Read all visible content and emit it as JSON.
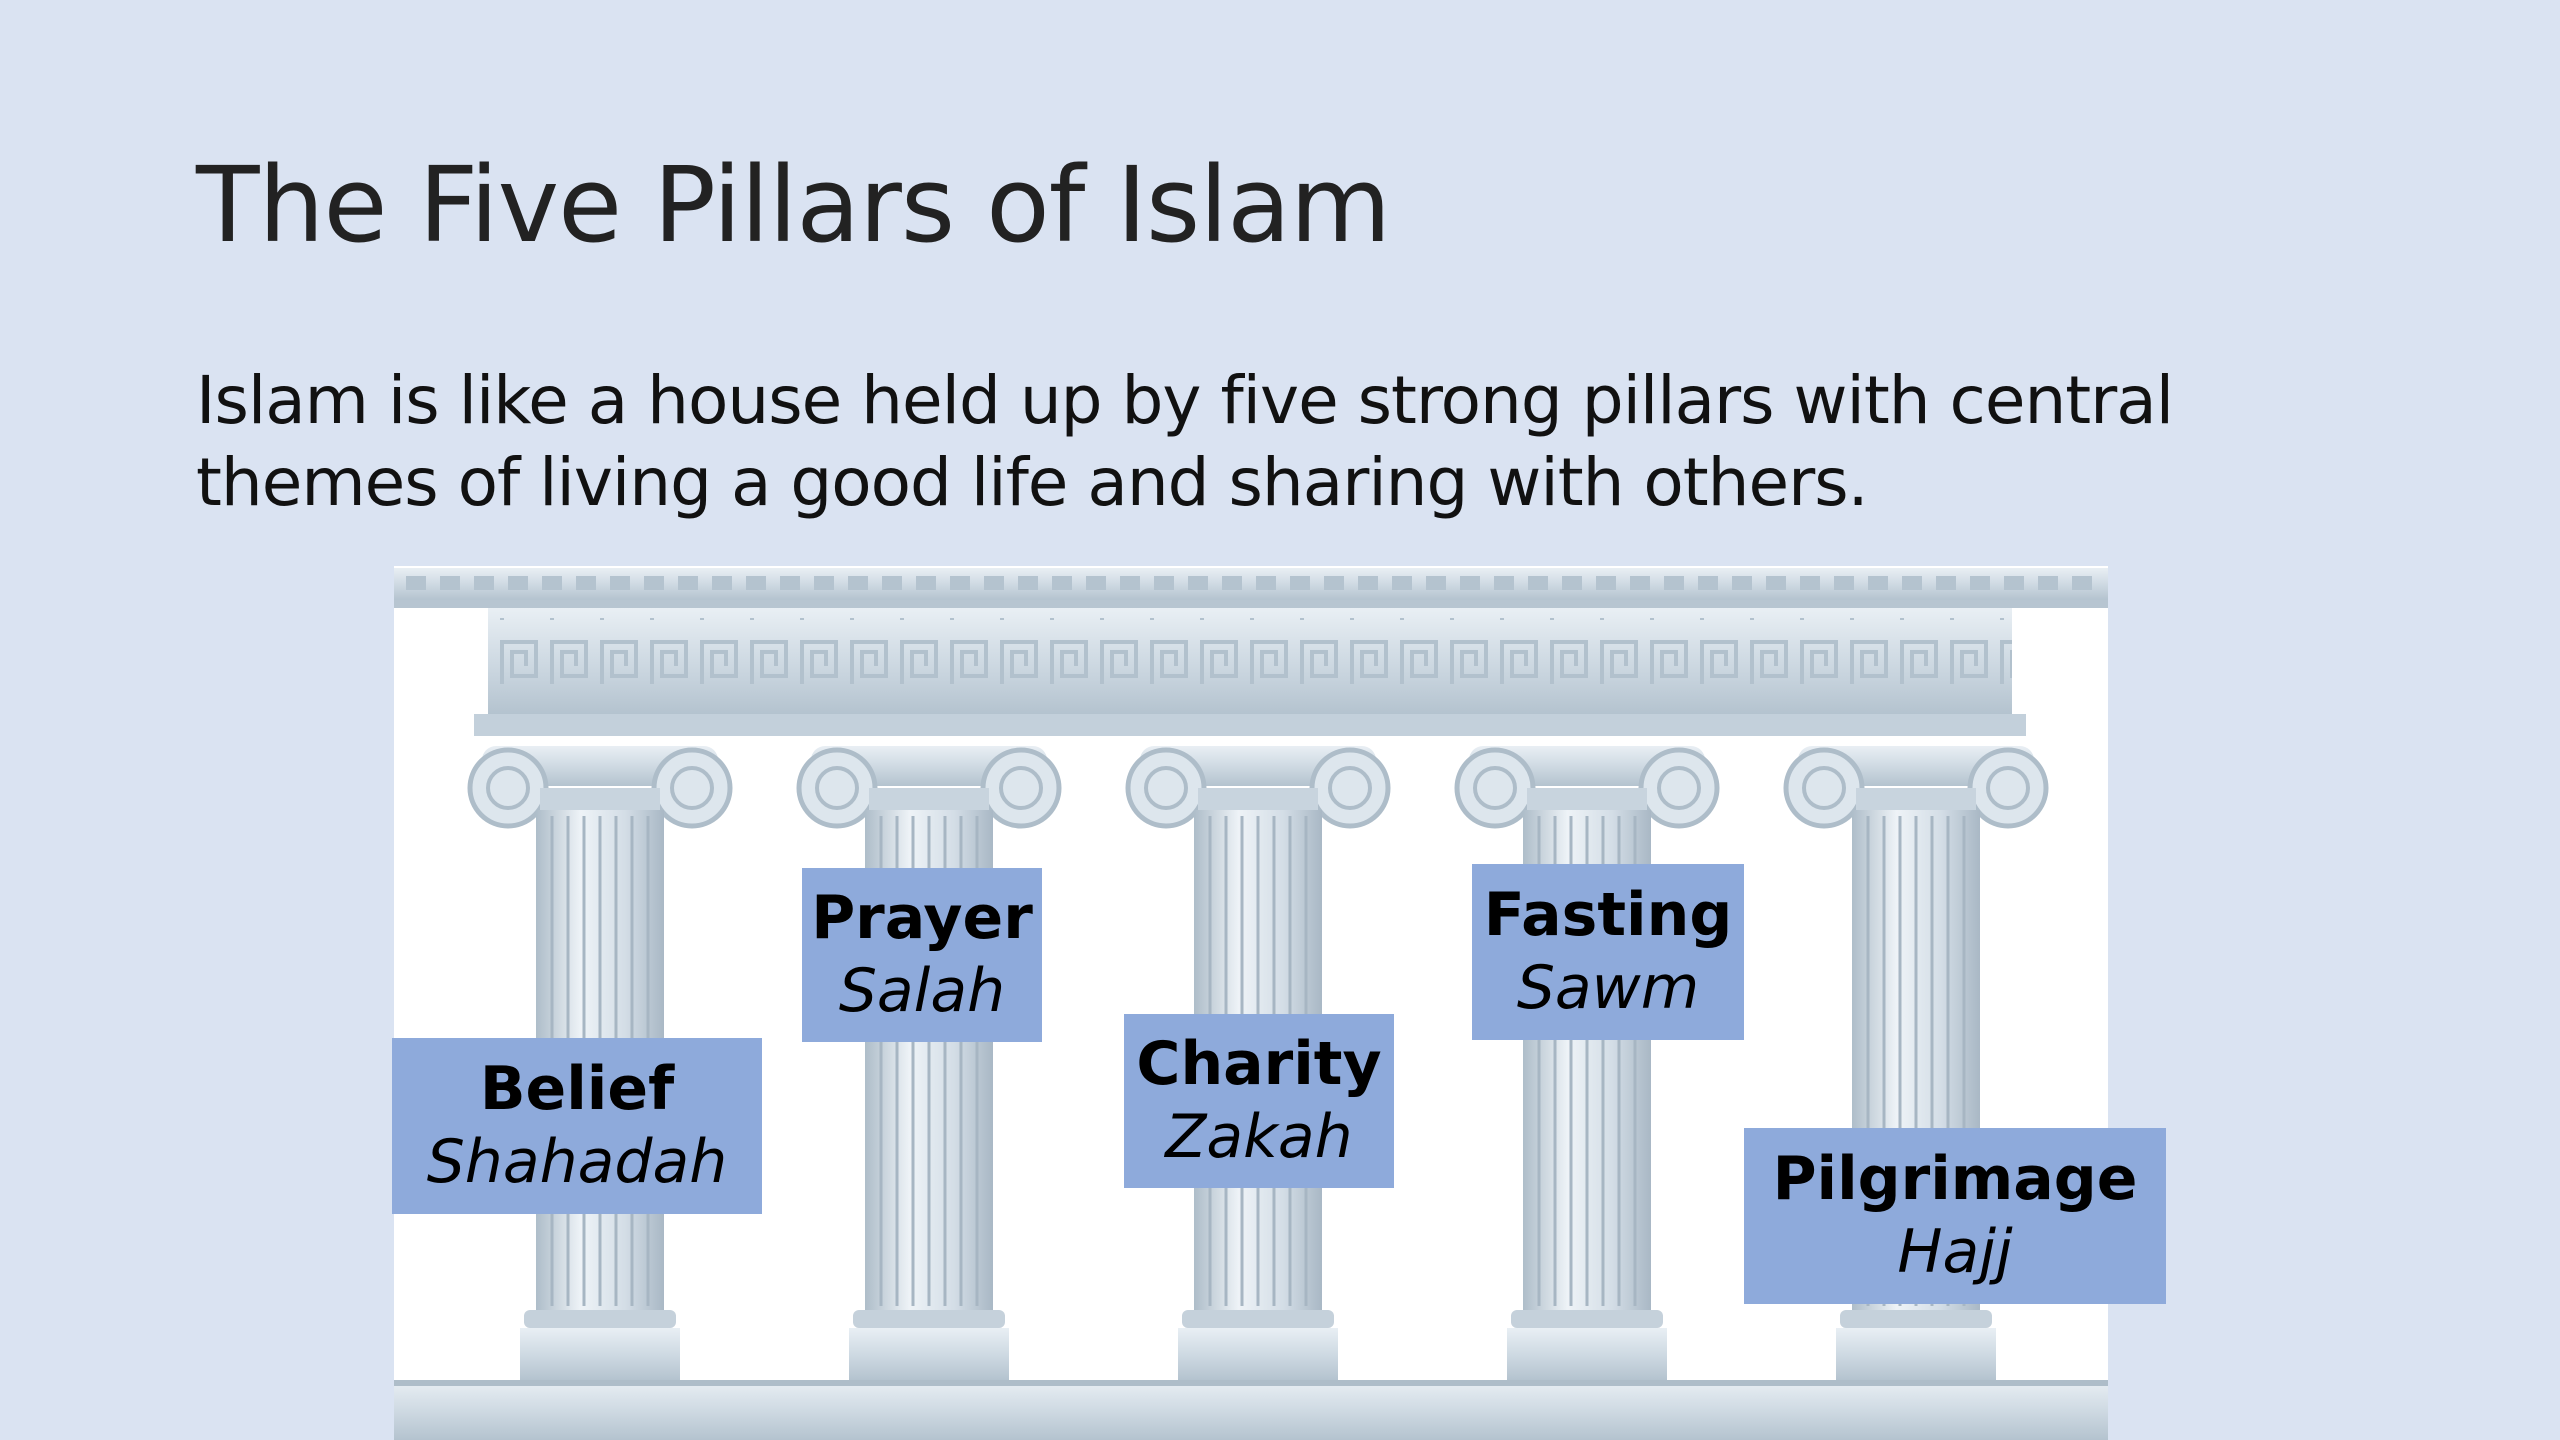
{
  "slide": {
    "title": "The Five Pillars of Islam",
    "body": "Islam is like a house held up by five strong pillars with central themes of living a good life and sharing with others."
  },
  "pillars": [
    {
      "english": "Belief",
      "arabic": "Shahadah"
    },
    {
      "english": "Prayer",
      "arabic": "Salah"
    },
    {
      "english": "Charity",
      "arabic": "Zakah"
    },
    {
      "english": "Fasting",
      "arabic": "Sawm"
    },
    {
      "english": "Pilgrimage",
      "arabic": "Hajj"
    }
  ],
  "colors": {
    "background": "#dae3f2",
    "label_fill": "#8eaadb",
    "stone": "#c9d5df"
  }
}
